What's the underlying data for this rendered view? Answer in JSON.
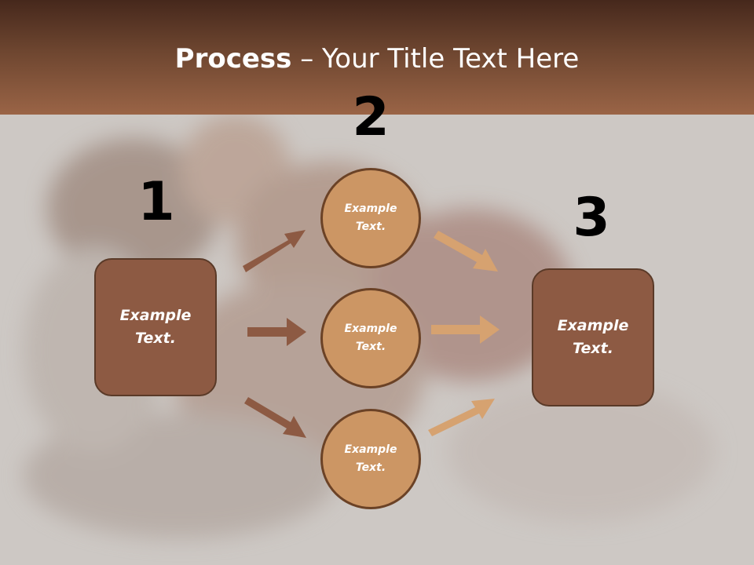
{
  "title": {
    "bold": "Process",
    "separator": " – ",
    "rest": "Your Title Text Here"
  },
  "numbers": {
    "n1": "1",
    "n2": "2",
    "n3": "3"
  },
  "left_box": {
    "text": "Example\nText."
  },
  "right_box": {
    "text": "Example\nText."
  },
  "circles": [
    {
      "text": "Example\nText."
    },
    {
      "text": "Example\nText."
    },
    {
      "text": "Example\nText."
    }
  ],
  "colors": {
    "header": "#6e4630",
    "box_fill": "#8d5a43",
    "circle_fill": "#cc9664",
    "arrow_left": "#8d5a43",
    "arrow_right": "#d6a270"
  }
}
